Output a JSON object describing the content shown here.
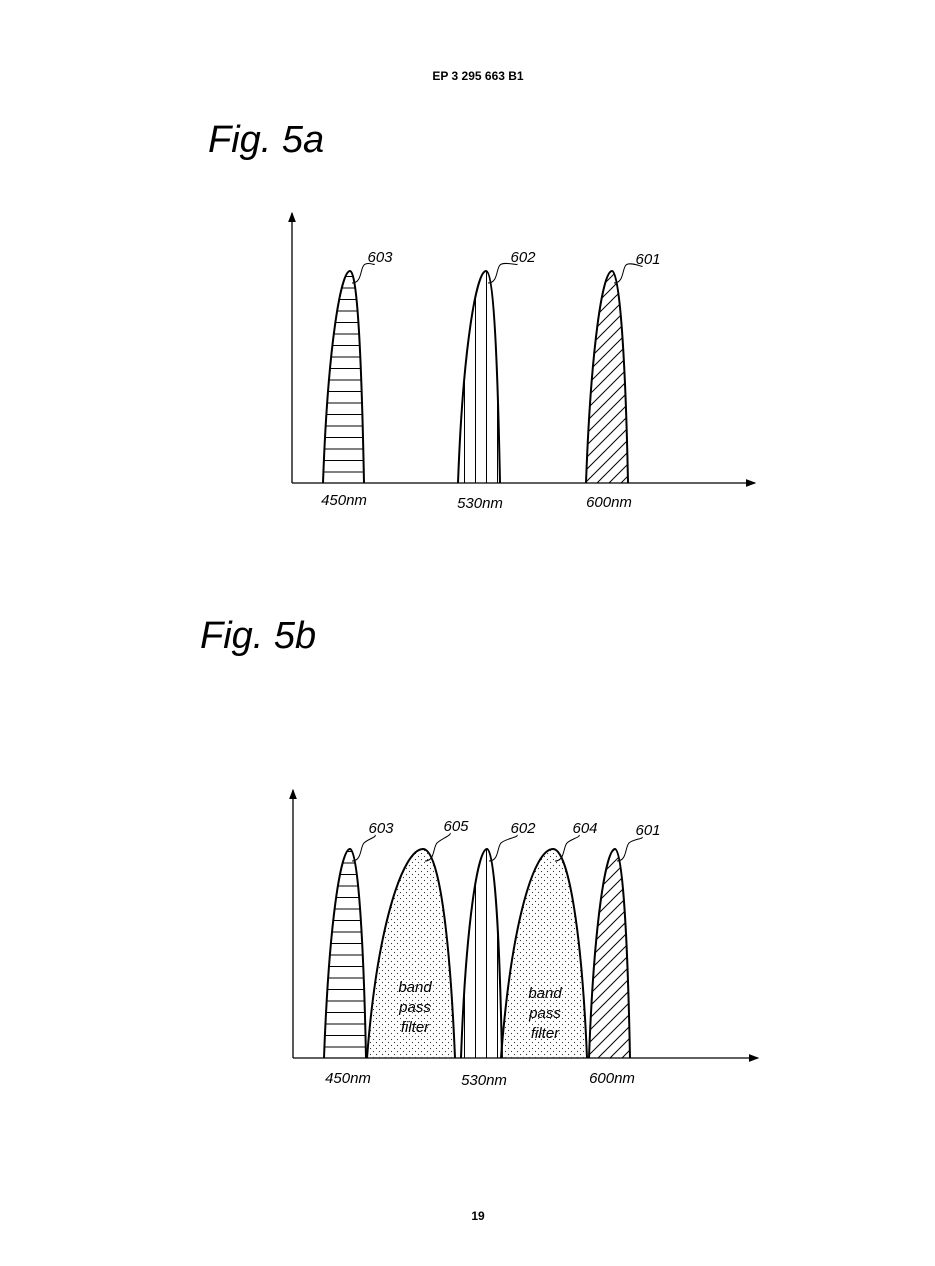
{
  "header": {
    "publication": "EP 3 295 663 B1"
  },
  "page_number": "19",
  "fig5a": {
    "title": "Fig. 5a",
    "ticks": [
      "450nm",
      "530nm",
      "600nm"
    ],
    "peaks": [
      {
        "ref": "603",
        "fill": "horizontal-lines"
      },
      {
        "ref": "602",
        "fill": "vertical-lines"
      },
      {
        "ref": "601",
        "fill": "diagonal-lines"
      }
    ]
  },
  "fig5b": {
    "title": "Fig. 5b",
    "ticks": [
      "450nm",
      "530nm",
      "600nm"
    ],
    "peaks": [
      {
        "ref": "603",
        "fill": "horizontal-lines"
      },
      {
        "ref": "605",
        "fill": "dots",
        "label": [
          "band",
          "pass",
          "filter"
        ]
      },
      {
        "ref": "602",
        "fill": "vertical-lines"
      },
      {
        "ref": "604",
        "fill": "dots",
        "label": [
          "band",
          "pass",
          "filter"
        ]
      },
      {
        "ref": "601",
        "fill": "diagonal-lines"
      }
    ]
  }
}
